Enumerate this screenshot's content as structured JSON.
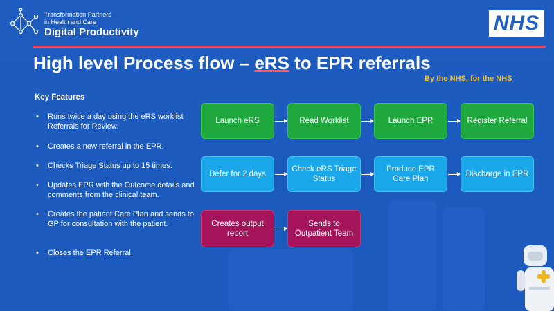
{
  "header": {
    "org_line1": "Transformation Partners",
    "org_line2": "in Health and Care",
    "org_title": "Digital Productivity",
    "nhs_logo": "NHS"
  },
  "title": {
    "part1": "High level Process flow – ",
    "part2": "eRS",
    "part3": " to EPR referrals"
  },
  "tagline": "By the NHS, for the NHS",
  "key_features": {
    "heading": "Key Features",
    "items": [
      "Runs twice a day using the eRS worklist Referrals for Review.",
      "Creates a new referral in the EPR.",
      "Checks Triage Status up to 15 times.",
      "Updates EPR with the Outcome details and comments from the clinical team.",
      "Creates the patient Care Plan and sends to GP for consultation with the patient.",
      "Closes the EPR Referral."
    ]
  },
  "flow": {
    "row1": [
      "Launch eRS",
      "Read Worklist",
      "Launch EPR",
      "Register Referral"
    ],
    "row2": [
      "Defer for 2 days",
      "Check eRS Triage Status",
      "Produce EPR Care Plan",
      "Discharge in EPR"
    ],
    "row3": [
      "Creates output report",
      "Sends to Outpatient Team"
    ]
  },
  "colors": {
    "background": "#1f5ec2",
    "row1": "#1fa83e",
    "row2": "#1aa7ea",
    "row3": "#a5145a",
    "tagline": "#f2c230",
    "rule": "#d94a6a"
  }
}
